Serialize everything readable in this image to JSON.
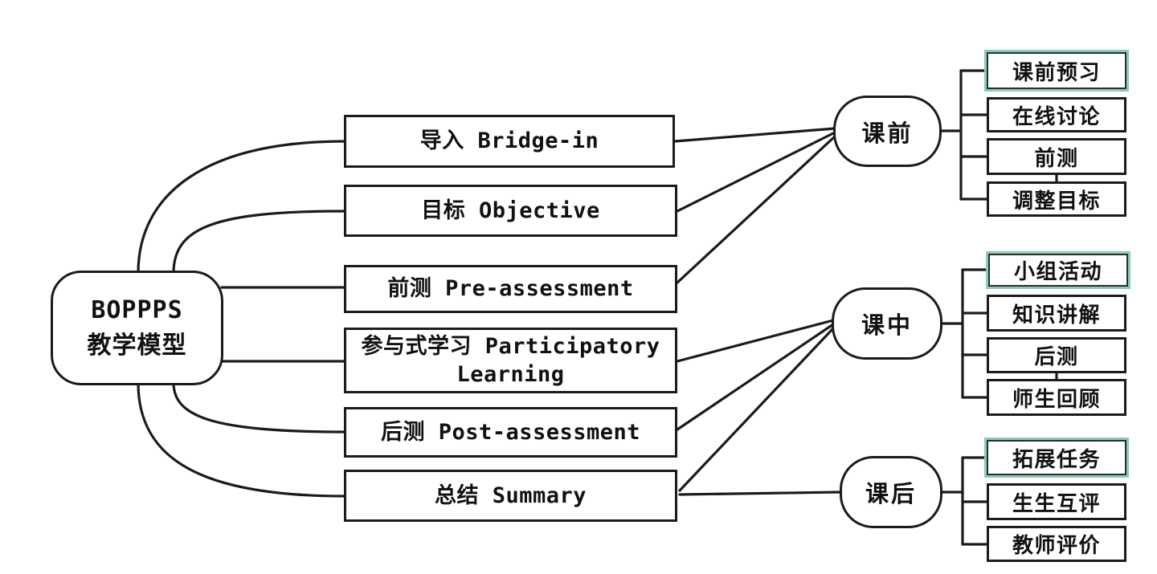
{
  "diagram": {
    "title": "BOPPPS teaching model diagram",
    "root": {
      "line1": "BOPPPS",
      "line2": "教学模型"
    },
    "phases": [
      {
        "label": "导入 Bridge-in"
      },
      {
        "label": "目标 Objective"
      },
      {
        "label": "前测 Pre-assessment"
      },
      {
        "label": "参与式学习 Participatory Learning"
      },
      {
        "label": "后测 Post-assessment"
      },
      {
        "label": "总结 Summary"
      }
    ],
    "stages": [
      {
        "label": "课前",
        "items": [
          "课前预习",
          "在线讨论",
          "前测",
          "调整目标"
        ]
      },
      {
        "label": "课中",
        "items": [
          "小组活动",
          "知识讲解",
          "后测",
          "师生回顾"
        ]
      },
      {
        "label": "课后",
        "items": [
          "拓展任务",
          "生生互评",
          "教师评价"
        ]
      }
    ],
    "connections": {
      "root_to_phases": [
        "导入",
        "目标",
        "前测",
        "参与式学习",
        "后测",
        "总结"
      ],
      "phase_to_stage": [
        {
          "from": "导入 Bridge-in",
          "to": "课前"
        },
        {
          "from": "目标 Objective",
          "to": "课前"
        },
        {
          "from": "前测 Pre-assessment",
          "to": "课前"
        },
        {
          "from": "参与式学习 Participatory Learning",
          "to": "课中"
        },
        {
          "from": "后测 Post-assessment",
          "to": "课中"
        },
        {
          "from": "总结 Summary",
          "to": "课中"
        },
        {
          "from": "总结 Summary",
          "to": "课后"
        }
      ]
    },
    "colors": {
      "stroke": "#1b1b1b",
      "highlight": "#85cdbc",
      "background": "#ffffff"
    }
  }
}
